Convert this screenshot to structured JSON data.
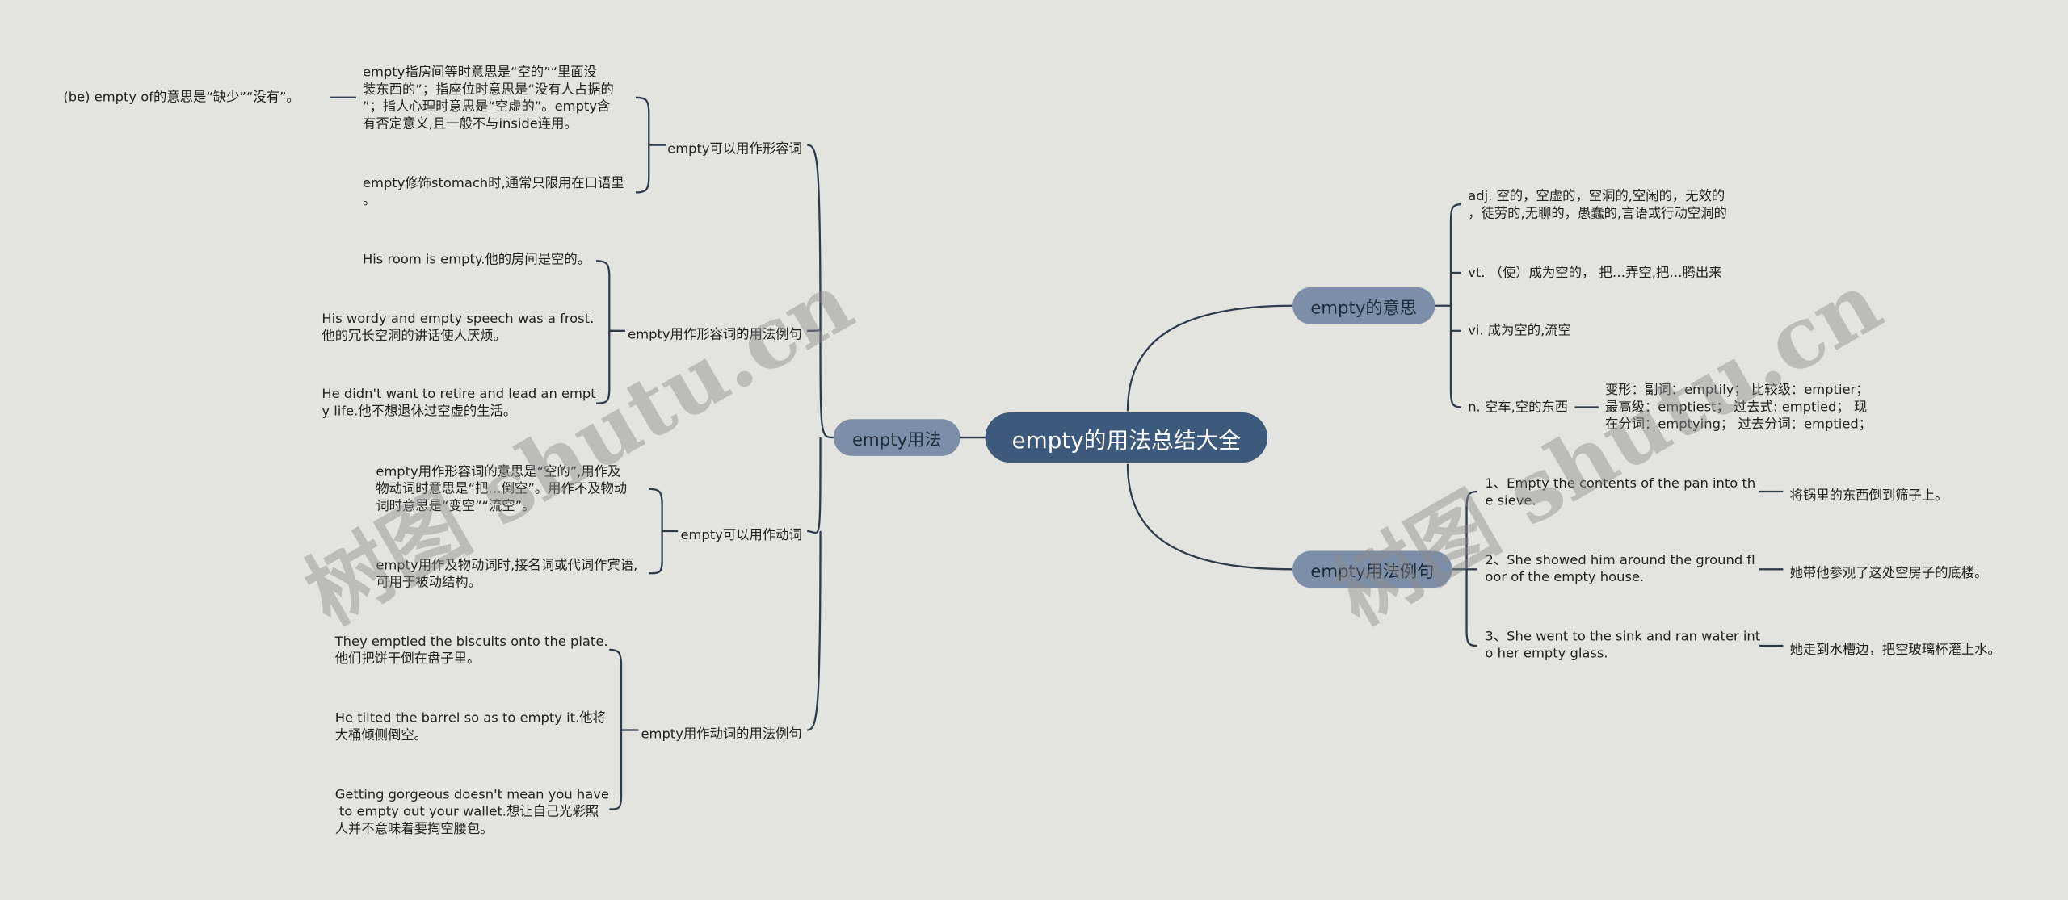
{
  "root": "empty的用法总结大全",
  "left": {
    "label": "empty用法",
    "adj_use": {
      "label": "empty可以用作形容词",
      "items": [
        "empty指房间等时意思是“空的”“里面没\n装东西的”；指座位时意思是“没有人占据的\n”；指人心理时意思是“空虚的”。empty含\n有否定意义,且一般不与inside连用。",
        "empty修饰stomach时,通常只限用在口语里\n。"
      ],
      "note": "(be) empty of的意思是“缺少”“没有”。"
    },
    "adj_examples": {
      "label": "empty用作形容词的用法例句",
      "items": [
        "His room is empty.他的房间是空的。",
        "His wordy and empty speech was a frost.\n他的冗长空洞的讲话使人厌烦。",
        "He didn't want to retire and lead an empt\ny life.他不想退休过空虚的生活。"
      ]
    },
    "verb_use": {
      "label": "empty可以用作动词",
      "items": [
        "empty用作形容词的意思是“空的”,用作及\n物动词时意思是“把…倒空”。用作不及物动\n词时意思是“变空”“流空”。",
        "empty用作及物动词时,接名词或代词作宾语,\n可用于被动结构。"
      ]
    },
    "verb_examples": {
      "label": "empty用作动词的用法例句",
      "items": [
        "They emptied the biscuits onto the plate.\n他们把饼干倒在盘子里。",
        "He tilted the barrel so as to empty it.他将\n大桶倾侧倒空。",
        "Getting gorgeous doesn't mean you have\n to empty out your wallet.想让自己光彩照\n人并不意味着要掏空腰包。"
      ]
    }
  },
  "right": {
    "meaning": {
      "label": "empty的意思",
      "items": [
        "adj. 空的，空虚的，空洞的,空闲的，无效的\n，徒劳的,无聊的，愚蠢的,言语或行动空洞的",
        "vt. （使）成为空的， 把…弄空,把…腾出来",
        "vi. 成为空的,流空",
        "n. 空车,空的东西"
      ],
      "forms": "变形：副词：emptily； 比较级：emptier；\n最高级：emptiest； 过去式: emptied； 现\n在分词：emptying； 过去分词：emptied；"
    },
    "examples": {
      "label": "empty用法例句",
      "items": [
        {
          "en": "1、Empty the contents of the pan into th\ne sieve.",
          "zh": "将锅里的东西倒到筛子上。"
        },
        {
          "en": "2、She showed him around the ground fl\noor of the empty house.",
          "zh": "她带他参观了这处空房子的底楼。"
        },
        {
          "en": "3、She went to the sink and ran water int\no her empty glass.",
          "zh": "她走到水槽边，把空玻璃杯灌上水。"
        }
      ]
    }
  },
  "watermarks": [
    "树图 shutu.cn",
    "树图 shutu.cn"
  ]
}
